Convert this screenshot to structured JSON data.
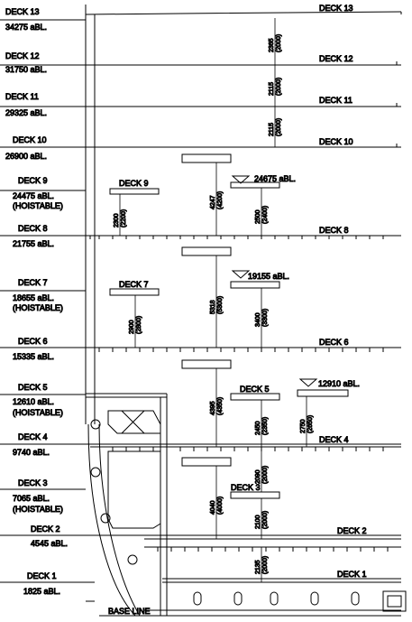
{
  "decks": [
    {
      "name": "DECK 13",
      "elev": "34275 aBL.",
      "hoist": "",
      "right": "DECK 13"
    },
    {
      "name": "DECK 12",
      "elev": "31750 aBL.",
      "hoist": "",
      "right": "DECK 12"
    },
    {
      "name": "DECK 11",
      "elev": "29325 aBL.",
      "hoist": "",
      "right": "DECK 11"
    },
    {
      "name": "DECK 10",
      "elev": "26900 aBL.",
      "hoist": "",
      "right": "DECK 10"
    },
    {
      "name": "DECK 9",
      "elev": "24475 aBL.",
      "hoist": "(HOISTABLE)",
      "right": ""
    },
    {
      "name": "DECK 8",
      "elev": "21755 aBL.",
      "hoist": "",
      "right": "DECK 8"
    },
    {
      "name": "DECK 7",
      "elev": "18655 aBL.",
      "hoist": "(HOISTABLE)",
      "right": ""
    },
    {
      "name": "DECK 6",
      "elev": "15335 aBL.",
      "hoist": "",
      "right": "DECK 6"
    },
    {
      "name": "DECK 5",
      "elev": "12610 aBL.",
      "hoist": "(HOISTABLE)",
      "right": ""
    },
    {
      "name": "DECK 4",
      "elev": "9740 aBL.",
      "hoist": "",
      "right": "DECK 4"
    },
    {
      "name": "DECK 3",
      "elev": "7065 aBL.",
      "hoist": "(HOISTABLE)",
      "right": ""
    },
    {
      "name": "DECK 2",
      "elev": "4545 aBL.",
      "hoist": "",
      "right": "DECK 2"
    },
    {
      "name": "DECK 1",
      "elev": "1825 aBL.",
      "hoist": "",
      "right": "DECK 1"
    }
  ],
  "baseline": "BASE LINE",
  "hoist_labels": [
    "DECK 9",
    "DECK 7",
    "DECK 5",
    "DECK 3"
  ],
  "elev_markers": [
    "24675 aBL.",
    "19155 aBL.",
    "12910 aBL."
  ],
  "dims": {
    "d13": [
      "2365",
      "(2000)"
    ],
    "d12": [
      "2115",
      "(2000)"
    ],
    "d11": [
      "2115",
      "(2000)"
    ],
    "d9a": [
      "2300",
      "(2200)"
    ],
    "d9b": [
      "4247",
      "(4200)"
    ],
    "d9c": [
      "2500",
      "(2400)"
    ],
    "d7a": [
      "2900",
      "(2800)"
    ],
    "d7b": [
      "5318",
      "(5300)"
    ],
    "d7c": [
      "3400",
      "(3300)"
    ],
    "d5a": [
      "4395",
      "(4350)"
    ],
    "d5b": [
      "2450",
      "(2350)"
    ],
    "d5c": [
      "2750",
      "(2650)"
    ],
    "d3a": [
      "4040",
      "(4000)"
    ],
    "d3b": [
      "2090",
      "(2000)"
    ],
    "d3c": [
      "2100",
      "(2000)"
    ],
    "d1": [
      "2135",
      "(2000)"
    ]
  }
}
